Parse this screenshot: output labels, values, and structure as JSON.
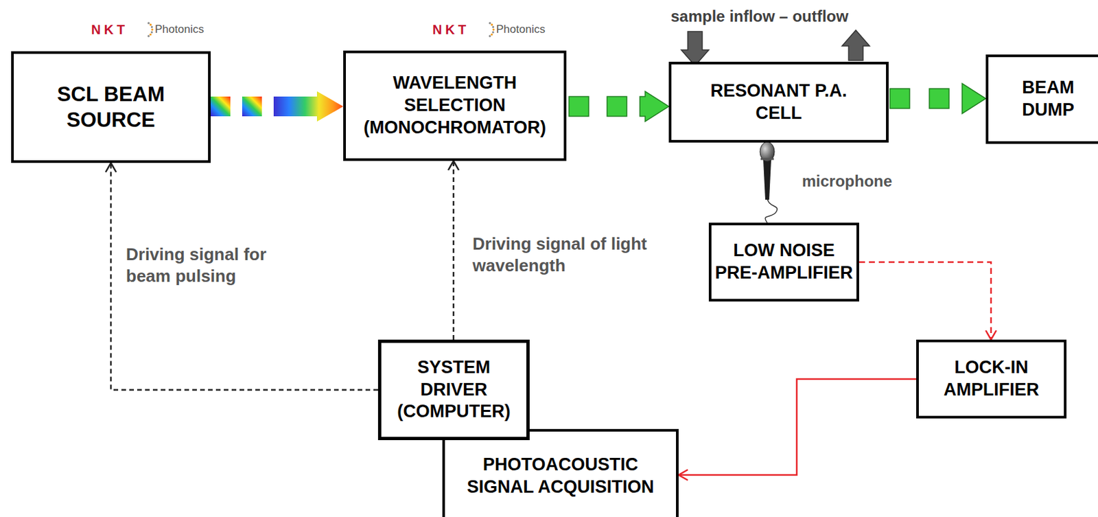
{
  "diagram": {
    "nodes": [
      {
        "text": [
          "SCL BEAM SOURCE"
        ]
      },
      {
        "text": [
          "WAVELENGTH SELECTION (MONOCHROMATOR)"
        ]
      },
      {
        "text": [
          "RESONANT P.A. CELL"
        ]
      },
      {
        "text": [
          "BEAM DUMP"
        ]
      },
      {
        "text": [
          "LOW NOISE PRE-AMPLIFIER"
        ]
      },
      {
        "text": [
          "LOCK-IN AMPLIFIER"
        ]
      },
      {
        "text": [
          "SYSTEM DRIVER (COMPUTER)"
        ]
      },
      {
        "text": [
          "PHOTOACOUSTIC SIGNAL ACQUISITION"
        ]
      }
    ],
    "edges": [
      {
        "from": 0,
        "to": 1,
        "arrow": "to"
      },
      {
        "from": 1,
        "to": 2,
        "arrow": "to"
      },
      {
        "from": 2,
        "to": 3,
        "arrow": "to"
      },
      {
        "from": 2,
        "to": 4,
        "arrow": "none"
      },
      {
        "from": 4,
        "to": 5,
        "arrow": "to"
      },
      {
        "from": 5,
        "to": 7,
        "arrow": "to"
      },
      {
        "from": 6,
        "to": 0,
        "label": "Driving signal for beam pulsing",
        "arrow": "to"
      },
      {
        "from": 6,
        "to": 1,
        "label": "Driving signal of light wavelength",
        "arrow": "to"
      }
    ],
    "labels": [
      "NKT",
      "Photonics",
      "NKT",
      "Photonics",
      "sample inflow – outflow",
      "microphone"
    ]
  }
}
